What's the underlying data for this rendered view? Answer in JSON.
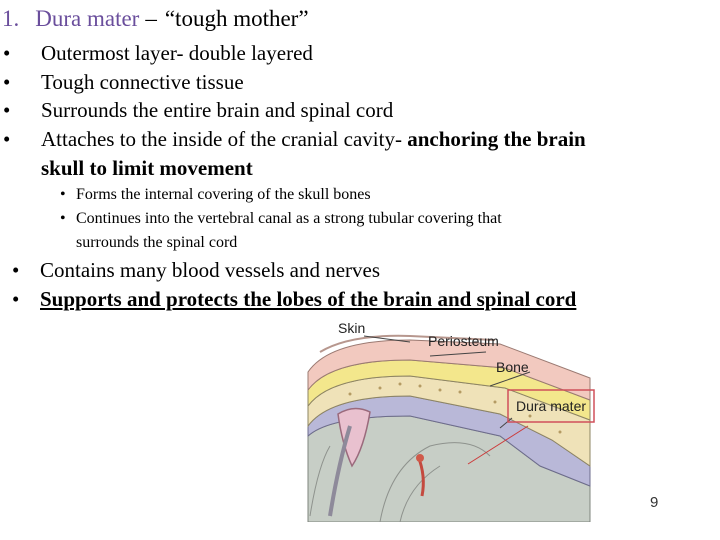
{
  "title": {
    "number": "1.",
    "term": "Dura mater",
    "dash": "–",
    "meaning": "“tough mother”"
  },
  "bullets": [
    {
      "text": "Outermost layer- double layered"
    },
    {
      "text": "Tough connective tissue"
    },
    {
      "text": "Surrounds the entire brain and spinal cord"
    },
    {
      "text_plain": "Attaches to the inside of the cranial cavity- ",
      "text_bold_1": "anchoring the brain",
      "text_bold_2": "skull to limit movement"
    }
  ],
  "sub_bullets": [
    {
      "text": "Forms the internal covering of the skull bones"
    },
    {
      "line1": "Continues into the vertebral canal  as a strong tubular covering that",
      "line2": "surrounds the spinal cord"
    }
  ],
  "bullets_lower": [
    {
      "text": "Contains many blood vessels and nerves"
    },
    {
      "text": "Supports and protects the lobes of the brain and spinal cord"
    }
  ],
  "bullet_symbol": "•",
  "diagram": {
    "labels": {
      "skin": "Skin",
      "periosteum": "Periosteum",
      "bone": "Bone",
      "dura": "Dura mater"
    },
    "highlight_color": "#d0505a"
  },
  "page_number": "9",
  "colors": {
    "title_accent": "#6a4e9c"
  }
}
